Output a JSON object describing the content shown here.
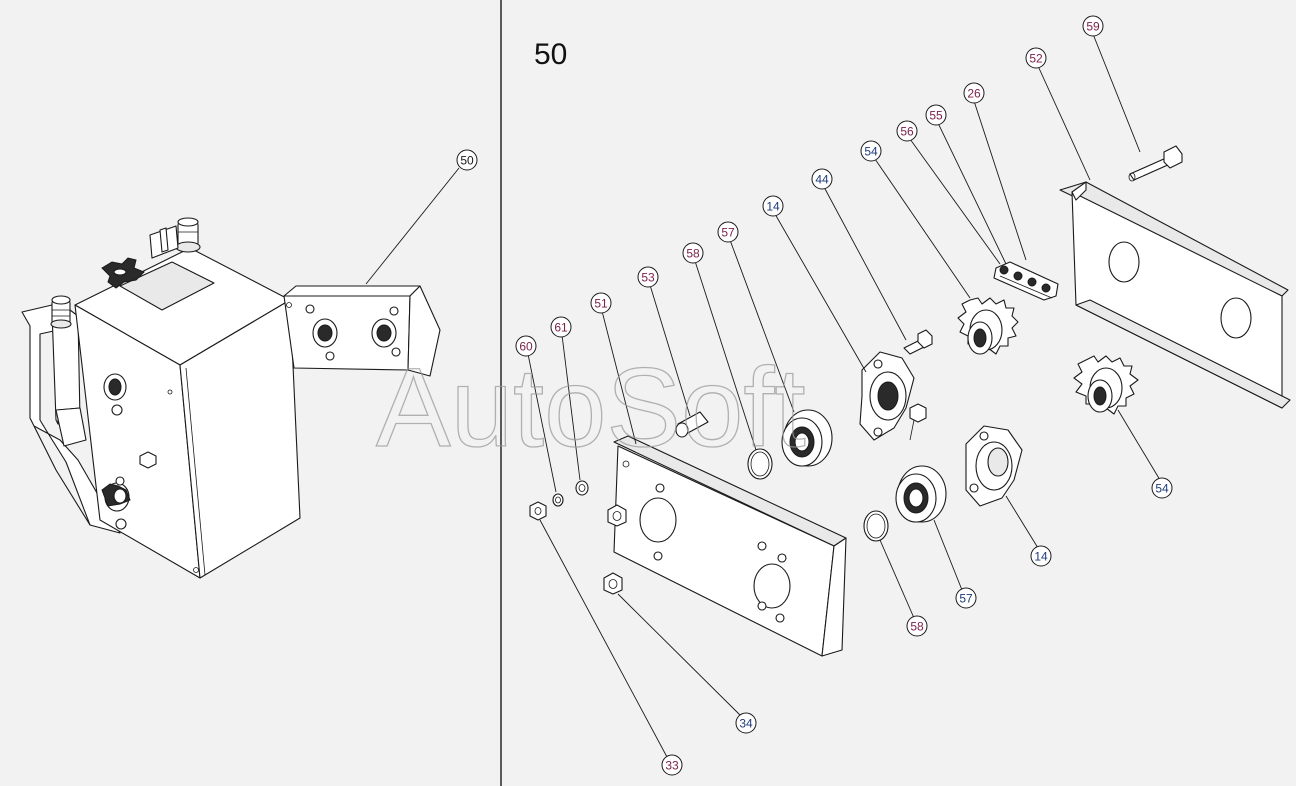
{
  "assembly_number": "50",
  "watermark": "AutoSoft",
  "callouts": [
    {
      "id": "left-50",
      "label": "50",
      "color": "#1a1a1a"
    },
    {
      "id": "p59",
      "label": "59",
      "color": "#7a1e4a"
    },
    {
      "id": "p52",
      "label": "52",
      "color": "#7a1e4a"
    },
    {
      "id": "p26",
      "label": "26",
      "color": "#7a1e4a"
    },
    {
      "id": "p55",
      "label": "55",
      "color": "#7a1e4a"
    },
    {
      "id": "p56",
      "label": "56",
      "color": "#7a1e4a"
    },
    {
      "id": "p54a",
      "label": "54",
      "color": "#1e3a7a"
    },
    {
      "id": "p44",
      "label": "44",
      "color": "#1e3a7a"
    },
    {
      "id": "p14a",
      "label": "14",
      "color": "#1e3a7a"
    },
    {
      "id": "p57a",
      "label": "57",
      "color": "#7a1e4a"
    },
    {
      "id": "p58a",
      "label": "58",
      "color": "#7a1e4a"
    },
    {
      "id": "p53",
      "label": "53",
      "color": "#7a1e4a"
    },
    {
      "id": "p51",
      "label": "51",
      "color": "#7a1e4a"
    },
    {
      "id": "p61",
      "label": "61",
      "color": "#7a1e4a"
    },
    {
      "id": "p60",
      "label": "60",
      "color": "#7a1e4a"
    },
    {
      "id": "p54b",
      "label": "54",
      "color": "#1e3a7a"
    },
    {
      "id": "p14b",
      "label": "14",
      "color": "#1e3a7a"
    },
    {
      "id": "p57b",
      "label": "57",
      "color": "#1e3a7a"
    },
    {
      "id": "p58b",
      "label": "58",
      "color": "#7a1e4a"
    },
    {
      "id": "p34",
      "label": "34",
      "color": "#1e3a7a"
    },
    {
      "id": "p33",
      "label": "33",
      "color": "#7a1e4a"
    }
  ]
}
